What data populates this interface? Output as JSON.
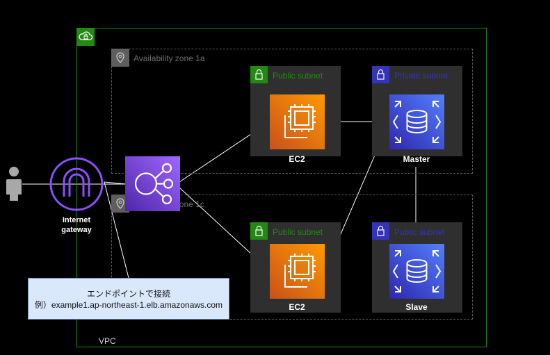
{
  "vpc": {
    "label": "VPC",
    "color": "#248814",
    "icon": "cloud-lock-icon"
  },
  "zones": [
    {
      "label": "Availability zone 1a",
      "icon": "location-pin-icon"
    },
    {
      "label": "Availability zone 1c",
      "icon": "location-pin-icon"
    }
  ],
  "subnets": {
    "public_1a": {
      "label": "Public subnet",
      "color": "#248814",
      "icon": "lock-icon"
    },
    "private_1a": {
      "label": "Private subnet",
      "color": "#3334b9",
      "icon": "lock-icon"
    },
    "public_1c": {
      "label": "Public subnet",
      "color": "#248814",
      "icon": "lock-icon"
    },
    "public_1c_db": {
      "label": "Public subnet",
      "color": "#3334b9",
      "icon": "lock-icon"
    }
  },
  "resources": {
    "ec2_1a": {
      "label": "EC2",
      "icon": "ec2-instance-icon"
    },
    "ec2_1c": {
      "label": "EC2",
      "icon": "ec2-instance-icon"
    },
    "rds_master": {
      "label": "Master",
      "icon": "rds-database-icon"
    },
    "rds_slave": {
      "label": "Slave",
      "icon": "rds-database-icon"
    },
    "elb": {
      "icon": "load-balancer-icon"
    },
    "gateway": {
      "line1": "Internet",
      "line2": "gateway",
      "icon": "internet-gateway-icon"
    },
    "user": {
      "icon": "user-icon"
    }
  },
  "callout": {
    "line1": "エンドポイントで接続",
    "line2": "例）example1.ap-northeast-1.elb.amazonaws.com"
  },
  "colors": {
    "ec2": "#ed7100",
    "rds": "#3334b9",
    "elb": "#8c4fff",
    "gateway": "#8c4fff",
    "user": "#a8a8a8"
  }
}
